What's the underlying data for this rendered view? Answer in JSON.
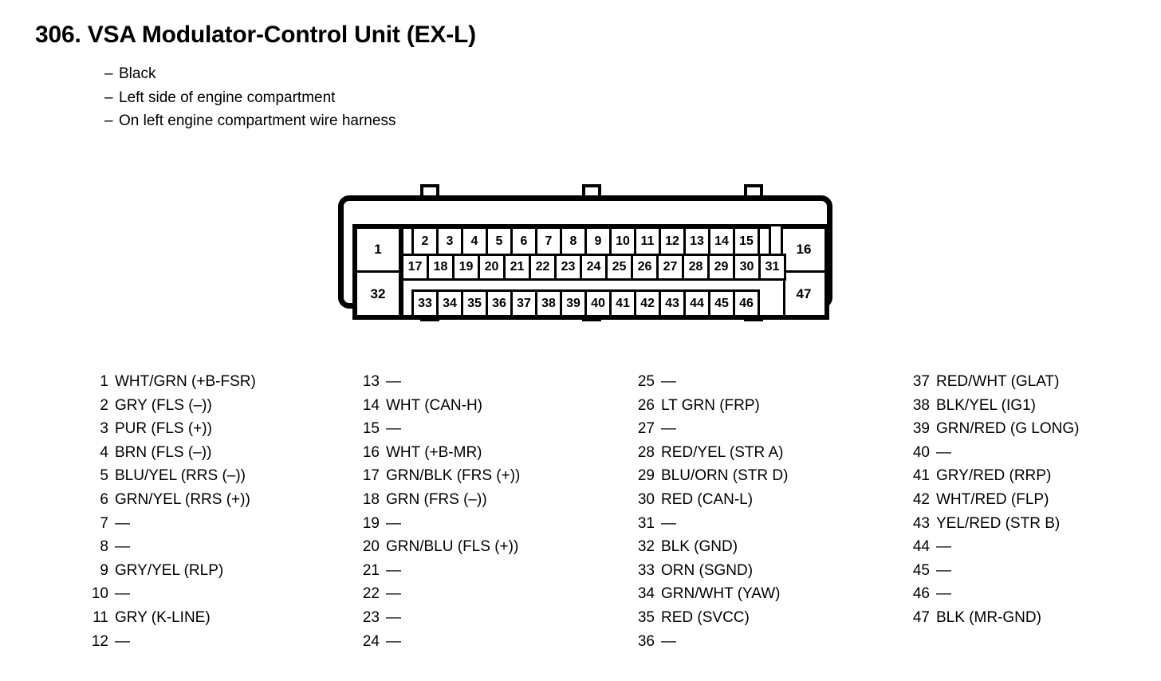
{
  "header": {
    "title": "306. VSA Modulator-Control Unit (EX-L)",
    "bullet_mark": "–",
    "bullets": [
      "Black",
      "Left side of engine compartment",
      "On left engine compartment wire harness"
    ]
  },
  "connector": {
    "end_pins": {
      "top_left": "1",
      "top_right": "16",
      "bottom_left": "32",
      "bottom_right": "47"
    },
    "row_top": [
      "2",
      "3",
      "4",
      "5",
      "6",
      "7",
      "8",
      "9",
      "10",
      "11",
      "12",
      "13",
      "14",
      "15"
    ],
    "row_second": [
      "17",
      "18",
      "19",
      "20",
      "21",
      "22",
      "23",
      "24",
      "25",
      "26",
      "27",
      "28",
      "29",
      "30",
      "31"
    ],
    "row_bottom": [
      "33",
      "34",
      "35",
      "36",
      "37",
      "38",
      "39",
      "40",
      "41",
      "42",
      "43",
      "44",
      "45",
      "46"
    ]
  },
  "pin_list": {
    "empty_mark": "—",
    "columns": [
      {
        "pins": [
          {
            "num": "1",
            "desc": "WHT/GRN (+B-FSR)"
          },
          {
            "num": "2",
            "desc": "GRY (FLS (–))"
          },
          {
            "num": "3",
            "desc": "PUR (FLS (+))"
          },
          {
            "num": "4",
            "desc": "BRN (FLS (–))"
          },
          {
            "num": "5",
            "desc": "BLU/YEL (RRS (–))"
          },
          {
            "num": "6",
            "desc": "GRN/YEL (RRS (+))"
          },
          {
            "num": "7",
            "desc": "—"
          },
          {
            "num": "8",
            "desc": "—"
          },
          {
            "num": "9",
            "desc": "GRY/YEL (RLP)"
          },
          {
            "num": "10",
            "desc": "—"
          },
          {
            "num": "11",
            "desc": "GRY (K-LINE)"
          },
          {
            "num": "12",
            "desc": "—"
          }
        ]
      },
      {
        "pins": [
          {
            "num": "13",
            "desc": "—"
          },
          {
            "num": "14",
            "desc": "WHT (CAN-H)"
          },
          {
            "num": "15",
            "desc": "—"
          },
          {
            "num": "16",
            "desc": "WHT (+B-MR)"
          },
          {
            "num": "17",
            "desc": "GRN/BLK (FRS (+))"
          },
          {
            "num": "18",
            "desc": "GRN (FRS (–))"
          },
          {
            "num": "19",
            "desc": "—"
          },
          {
            "num": "20",
            "desc": "GRN/BLU (FLS (+))"
          },
          {
            "num": "21",
            "desc": "—"
          },
          {
            "num": "22",
            "desc": "—"
          },
          {
            "num": "23",
            "desc": "—"
          },
          {
            "num": "24",
            "desc": "—"
          }
        ]
      },
      {
        "pins": [
          {
            "num": "25",
            "desc": "—"
          },
          {
            "num": "26",
            "desc": "LT GRN (FRP)"
          },
          {
            "num": "27",
            "desc": "—"
          },
          {
            "num": "28",
            "desc": "RED/YEL (STR A)"
          },
          {
            "num": "29",
            "desc": "BLU/ORN (STR D)"
          },
          {
            "num": "30",
            "desc": "RED (CAN-L)"
          },
          {
            "num": "31",
            "desc": "—"
          },
          {
            "num": "32",
            "desc": "BLK (GND)"
          },
          {
            "num": "33",
            "desc": "ORN (SGND)"
          },
          {
            "num": "34",
            "desc": "GRN/WHT (YAW)"
          },
          {
            "num": "35",
            "desc": "RED (SVCC)"
          },
          {
            "num": "36",
            "desc": "—"
          }
        ]
      },
      {
        "pins": [
          {
            "num": "37",
            "desc": "RED/WHT (GLAT)"
          },
          {
            "num": "38",
            "desc": "BLK/YEL (IG1)"
          },
          {
            "num": "39",
            "desc": "GRN/RED (G LONG)"
          },
          {
            "num": "40",
            "desc": "—"
          },
          {
            "num": "41",
            "desc": "GRY/RED (RRP)"
          },
          {
            "num": "42",
            "desc": "WHT/RED (FLP)"
          },
          {
            "num": "43",
            "desc": "YEL/RED (STR B)"
          },
          {
            "num": "44",
            "desc": "—"
          },
          {
            "num": "45",
            "desc": "—"
          },
          {
            "num": "46",
            "desc": "—"
          },
          {
            "num": "47",
            "desc": "BLK (MR-GND)"
          }
        ]
      }
    ]
  }
}
